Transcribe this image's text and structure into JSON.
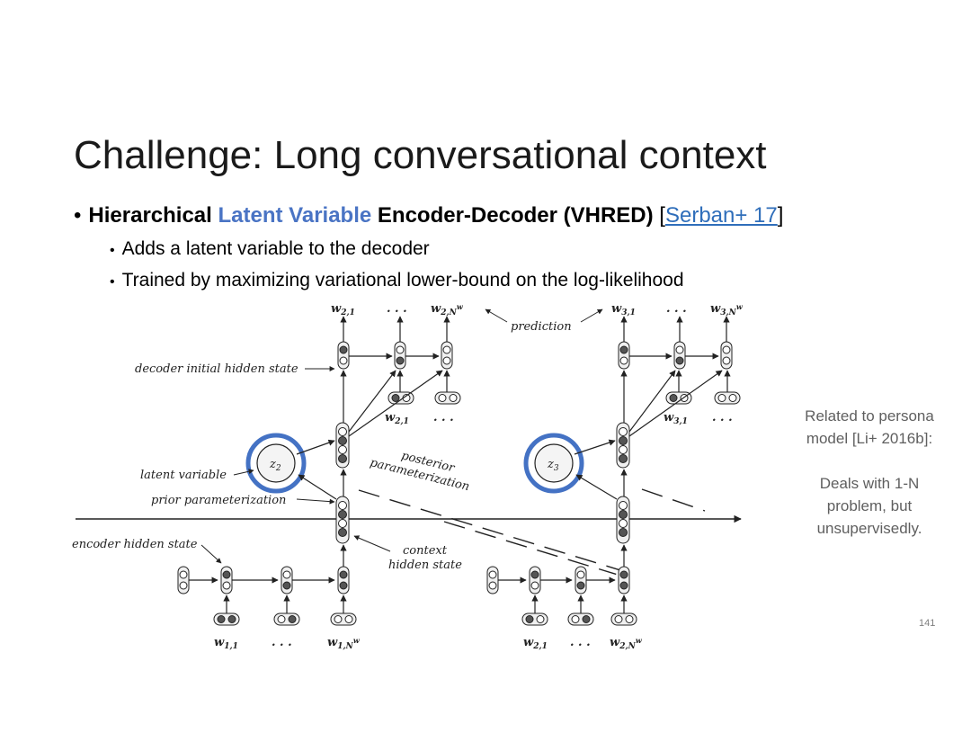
{
  "slide": {
    "title": "Challenge: Long conversational context",
    "bullet_main": {
      "dot": "•",
      "part_bold_1": "Hierarchical",
      "part_accent": "Latent Variable",
      "part_bold_2": "Encoder-Decoder (VHRED)",
      "bracket_open": "[",
      "citation_link": "Serban+ 17",
      "bracket_close": "]"
    },
    "sub_bullets": [
      "Adds a latent variable to the decoder",
      "Trained by maximizing variational lower-bound on the log-likelihood"
    ],
    "side_note": {
      "line1": "Related to persona",
      "line2": "model [Li+ 2016b]:",
      "line3": "Deals with 1-N",
      "line4": "problem, but",
      "line5": "unsupervisedly."
    },
    "page_number": "141",
    "colors": {
      "accent": "#4A74C4",
      "link": "#2F6EBA",
      "highlight_circle": "#4472C4"
    }
  },
  "diagram": {
    "labels": {
      "decoder_initial_hidden_state": "decoder initial hidden state",
      "latent_variable": "latent variable",
      "prior_parameterization": "prior parameterization",
      "encoder_hidden_state": "encoder hidden state",
      "prediction": "prediction",
      "posterior_1": "posterior",
      "posterior_2": "parameterization",
      "context_1": "context",
      "context_2": "hidden state",
      "dots": ". . ."
    },
    "outputs_left": [
      "w2,1",
      "w2,N2w"
    ],
    "outputs_right": [
      "w3,1",
      "w3,N3w"
    ],
    "inputs_decoder_left": "w2,1",
    "inputs_decoder_right": "w3,1",
    "inputs_encoder_left": [
      "w1,1",
      "w1,N1w"
    ],
    "inputs_encoder_right": [
      "w2,1",
      "w2,N2w"
    ],
    "latent_left": "z2",
    "latent_right": "z3"
  }
}
